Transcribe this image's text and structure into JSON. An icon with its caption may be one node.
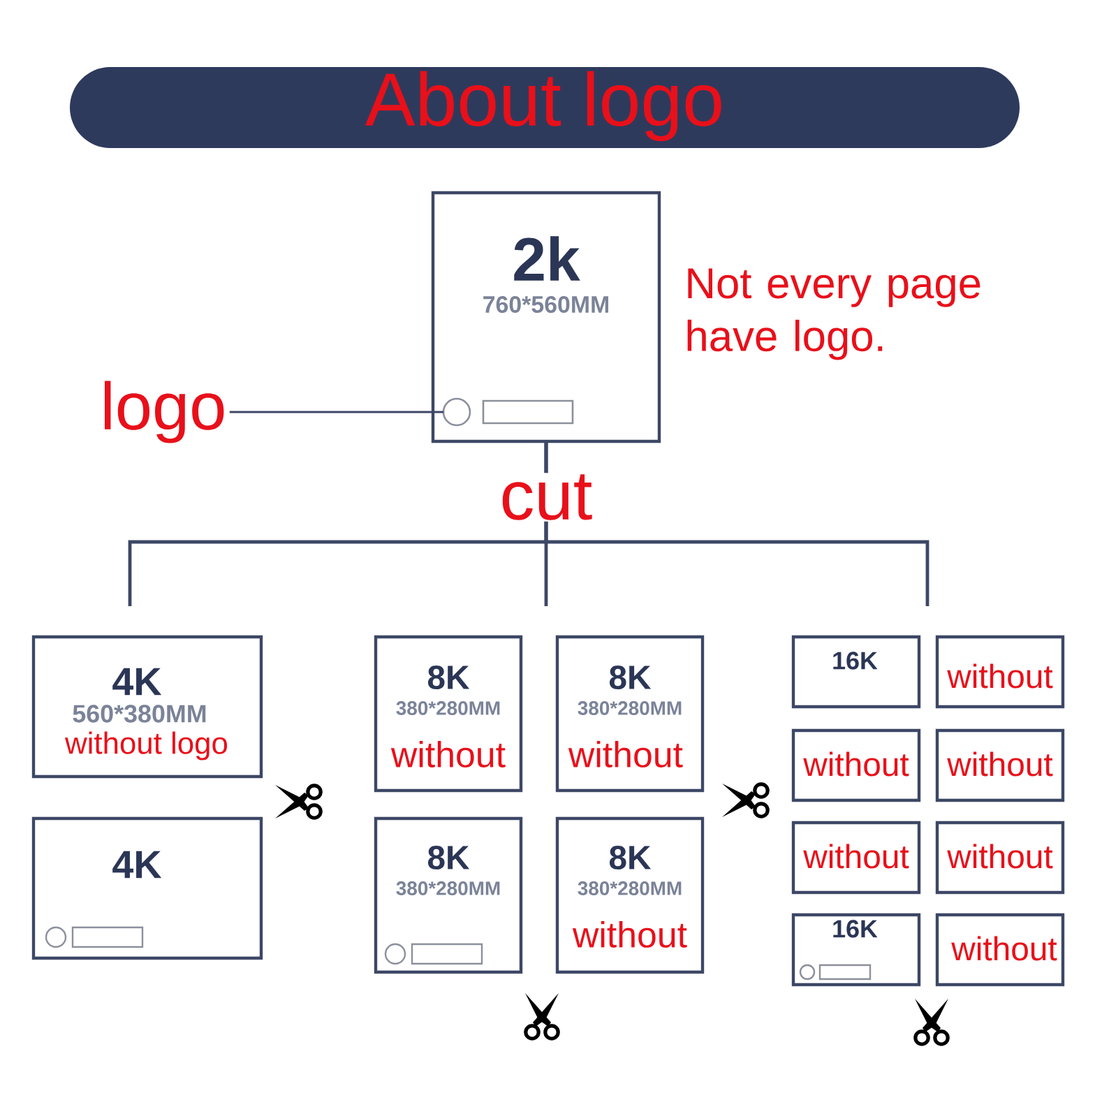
{
  "diagram": {
    "title": "About logo",
    "nodes": [
      {
        "text": [
          "2k",
          "760*560MM"
        ]
      },
      {
        "text": [],
        "shape": "circle",
        "in": 0
      },
      {
        "text": [
          "logo"
        ]
      },
      {
        "text": [
          "4K",
          "560*380MM",
          "without logo"
        ]
      },
      {
        "text": [
          "4K"
        ]
      },
      {
        "text": [
          "8K",
          "380*280MM",
          "without"
        ]
      },
      {
        "text": [
          "8K",
          "380*280MM",
          "without"
        ]
      },
      {
        "text": [
          "8K",
          "380*280MM"
        ]
      },
      {
        "text": [
          "8K",
          "380*280MM",
          "without"
        ]
      },
      {
        "text": [
          "16K"
        ]
      },
      {
        "text": [
          "without"
        ]
      },
      {
        "text": [
          "without"
        ]
      },
      {
        "text": [
          "without"
        ]
      },
      {
        "text": [
          "without"
        ]
      },
      {
        "text": [
          "without"
        ]
      },
      {
        "text": [
          "16K"
        ]
      },
      {
        "text": [
          "without"
        ]
      }
    ],
    "edges": [
      {
        "from": 2,
        "to": 1,
        "arrow": "none"
      },
      {
        "from": 0,
        "to": null,
        "arrow": "none"
      },
      {
        "from": 0,
        "to": null,
        "arrow": "none",
        "label": "cut"
      },
      {
        "from": 0,
        "to": null,
        "arrow": "none"
      }
    ],
    "labels": [
      "Not every page have logo."
    ]
  }
}
